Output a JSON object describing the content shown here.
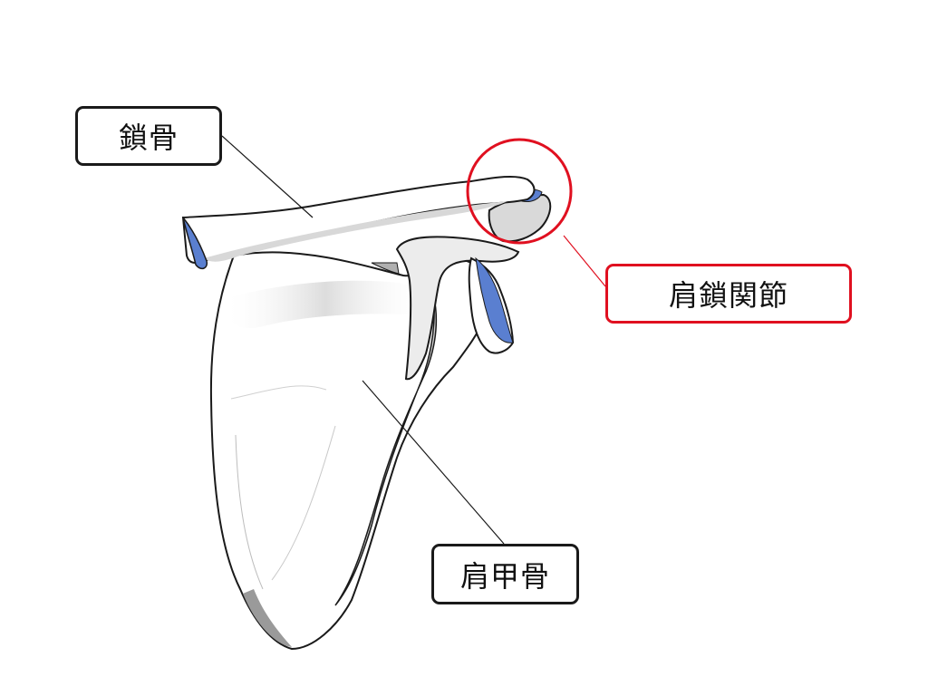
{
  "labels": {
    "clavicle": "鎖骨",
    "scapula": "肩甲骨",
    "acromioclavicular_joint": "肩鎖関節"
  },
  "colors": {
    "bone_outline": "#1a1a1a",
    "bone_fill": "#ffffff",
    "bone_shade": "#d6d6d6",
    "cartilage": "#5a7fd0",
    "highlight": "#e01020"
  }
}
